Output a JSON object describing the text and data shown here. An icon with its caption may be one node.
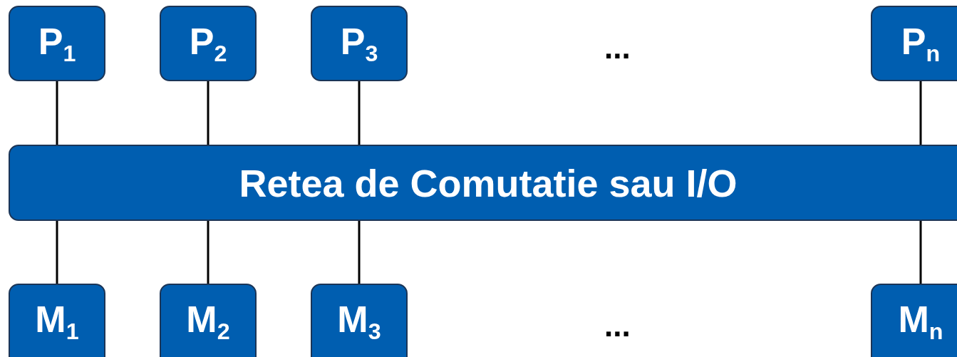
{
  "diagram": {
    "nodes": [
      {
        "text": [
          "P$_{1}$"
        ]
      },
      {
        "text": [
          "P$_{2}$"
        ]
      },
      {
        "text": [
          "P$_{3}$"
        ]
      },
      {
        "text": [
          "P$_{n}$"
        ]
      },
      {
        "text": [
          "Retea de Comutatie sau I/O"
        ]
      },
      {
        "text": [
          "M$_{1}$"
        ]
      },
      {
        "text": [
          "M$_{2}$"
        ]
      },
      {
        "text": [
          "M$_{3}$"
        ]
      },
      {
        "text": [
          "M$_{n}$"
        ]
      }
    ],
    "edges": [
      {
        "from": 0,
        "to": 4,
        "arrow": "none"
      },
      {
        "from": 1,
        "to": 4,
        "arrow": "none"
      },
      {
        "from": 2,
        "to": 4,
        "arrow": "none"
      },
      {
        "from": 3,
        "to": 4,
        "arrow": "none"
      },
      {
        "from": 4,
        "to": 5,
        "arrow": "none"
      },
      {
        "from": 4,
        "to": 6,
        "arrow": "none"
      },
      {
        "from": 4,
        "to": 7,
        "arrow": "none"
      },
      {
        "from": 4,
        "to": 8,
        "arrow": "none"
      }
    ],
    "labels": [
      "...",
      "..."
    ]
  }
}
